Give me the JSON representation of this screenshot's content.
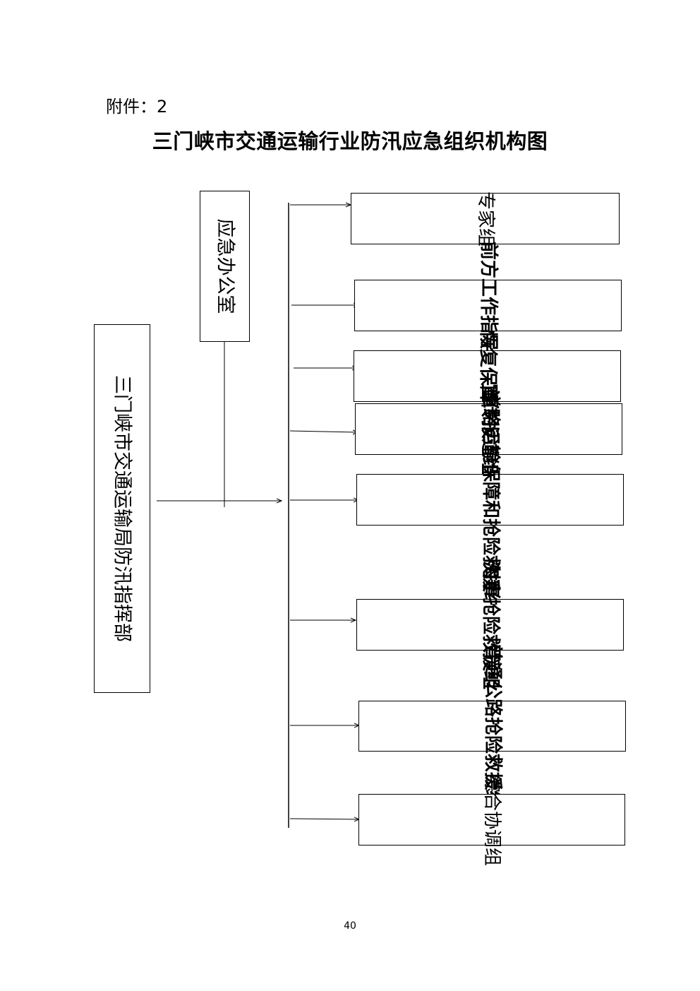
{
  "header": {
    "attachment": "附件：2",
    "title": "三门峡市交通运输行业防汛应急组织机构图"
  },
  "chart": {
    "command_hq": "三门峡市交通运输局防汛指挥部",
    "office": "应急办公室",
    "groups": [
      "专家组",
      "前方工作指导组",
      "恢复保障组",
      "宣传报道组",
      "道路运输保障和抢险救援组",
      "海事抢险救援组",
      "普通公路抢险救援组",
      "综合协调组"
    ]
  },
  "footer": {
    "page_number": "40"
  }
}
